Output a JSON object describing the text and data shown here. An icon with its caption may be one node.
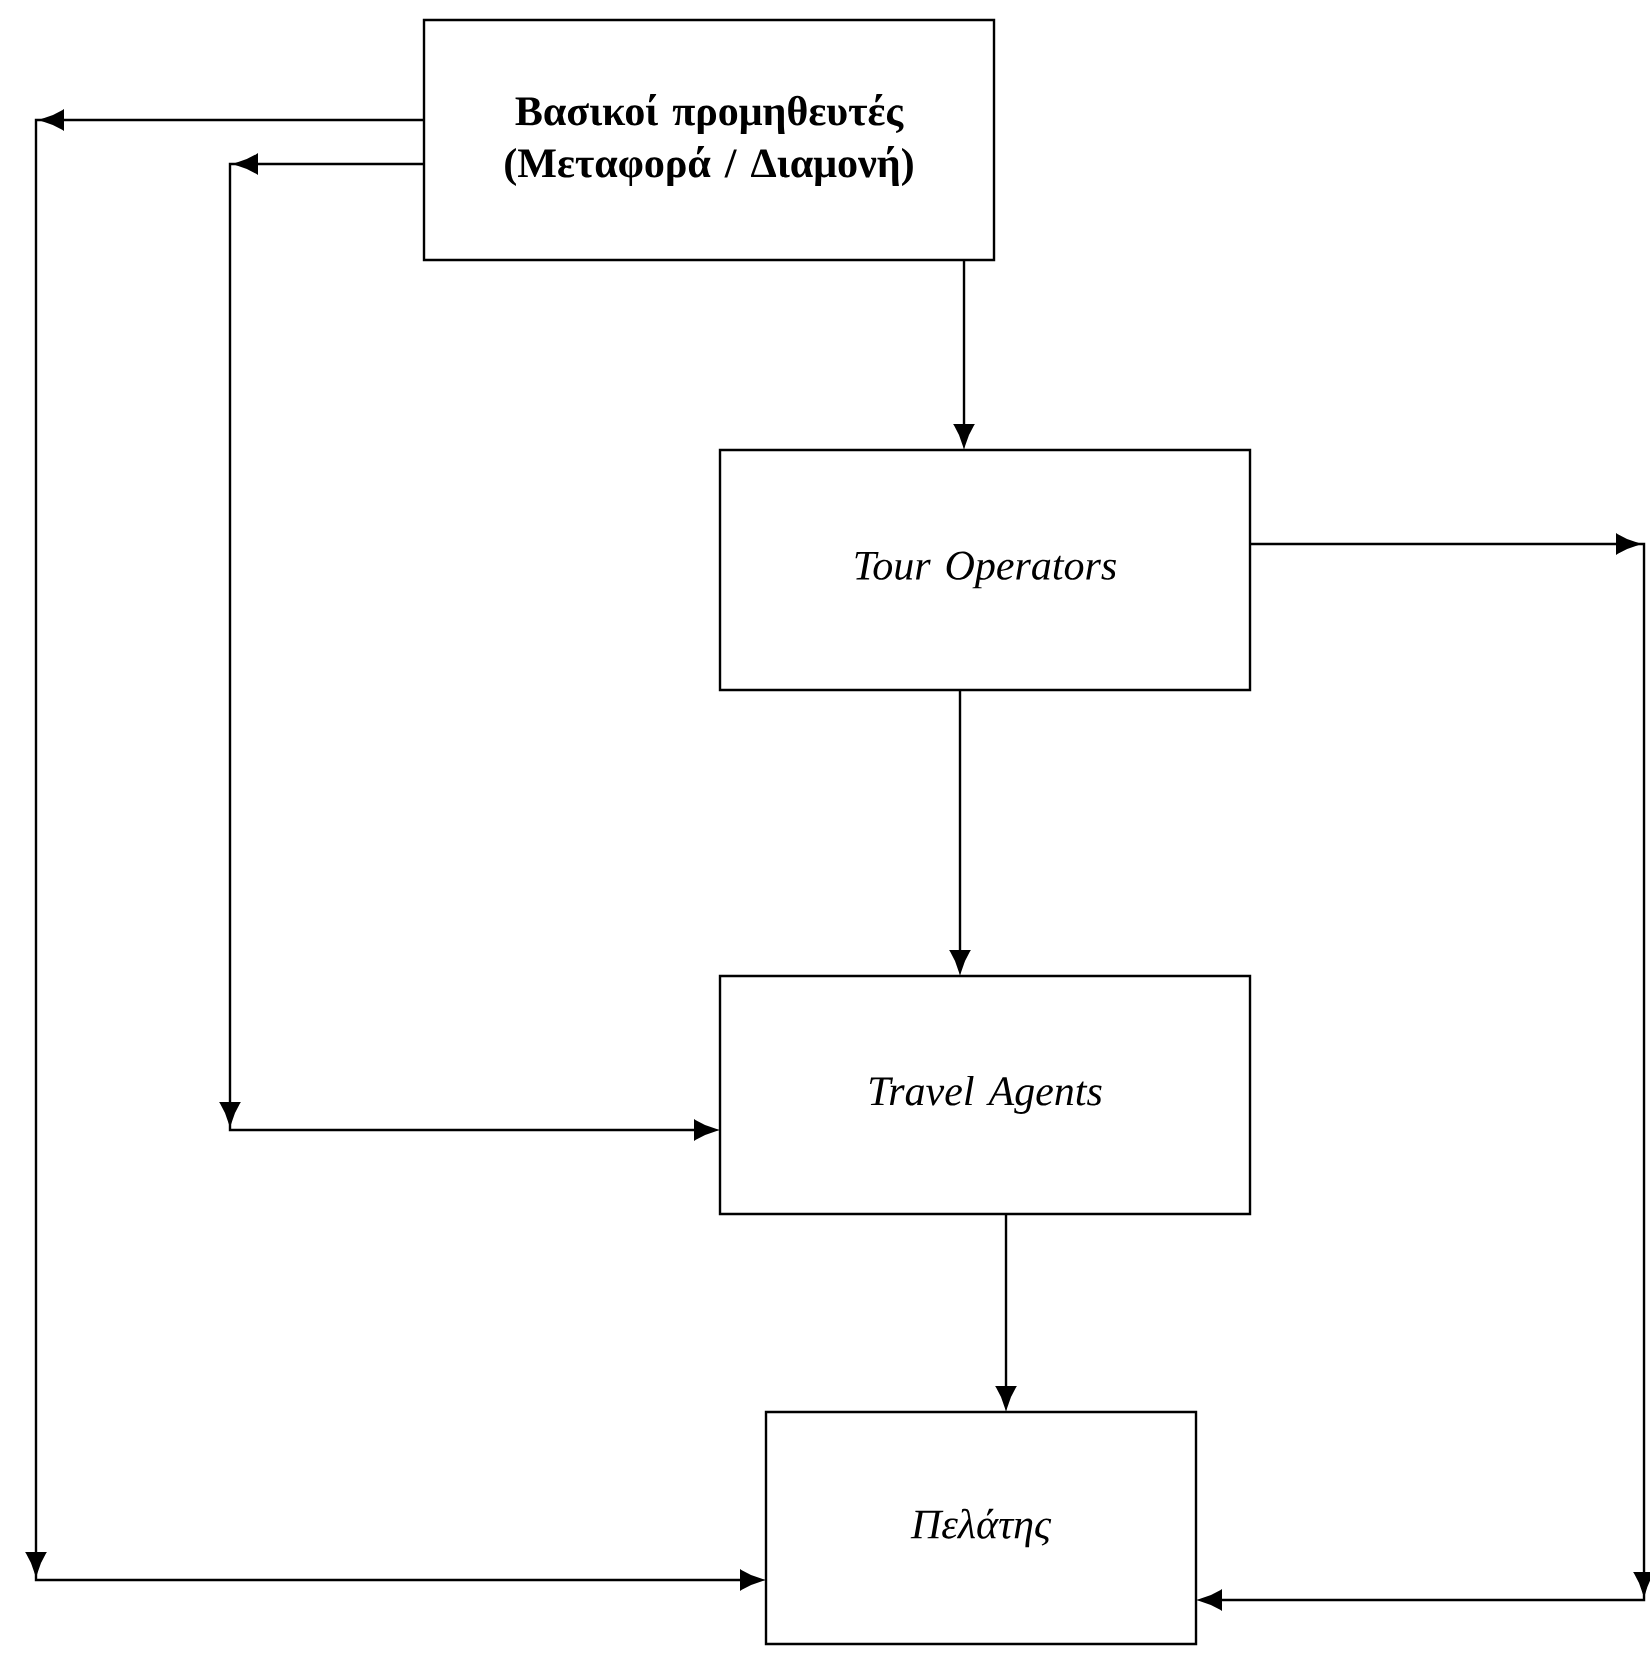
{
  "diagram": {
    "nodes": [
      {
        "text": [
          "Βασικοί προμηθευτές (Μεταφορά / Διαμονή)"
        ]
      },
      {
        "text": [
          "Tour Operators"
        ]
      },
      {
        "text": [
          "Travel Agents"
        ]
      },
      {
        "text": [
          "Πελάτης"
        ]
      }
    ],
    "edges": [
      {
        "from": 0,
        "to": 1,
        "arrow": "to"
      },
      {
        "from": 1,
        "to": 2,
        "arrow": "to"
      },
      {
        "from": 2,
        "to": 3,
        "arrow": "to"
      },
      {
        "from": 0,
        "to": 2,
        "arrow": "to"
      },
      {
        "from": 0,
        "to": 3,
        "arrow": "to"
      },
      {
        "from": 1,
        "to": 3,
        "arrow": "to"
      }
    ]
  }
}
